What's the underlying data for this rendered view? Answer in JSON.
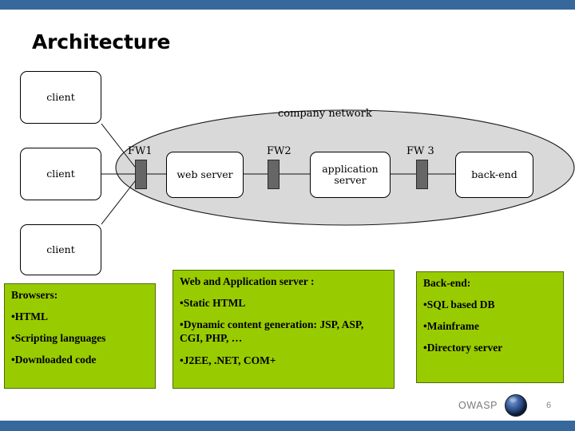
{
  "slide": {
    "title": "Architecture",
    "page_number": "6",
    "accent_bar_color": "#36689c",
    "info_box_color": "#99cc00",
    "cloud_fill_color": "#d9d9d9",
    "firewall_color": "#666666"
  },
  "diagram": {
    "cloud_label": "company network",
    "clients": [
      {
        "label": "client"
      },
      {
        "label": "client"
      },
      {
        "label": "client"
      }
    ],
    "servers": [
      {
        "label": "web server"
      },
      {
        "label": "application\nserver"
      },
      {
        "label": "back-end"
      }
    ],
    "server_labels": {
      "web": "web server",
      "app_line1": "application",
      "app_line2": "server",
      "backend": "back-end"
    },
    "firewalls": [
      {
        "label": "FW1"
      },
      {
        "label": "FW2"
      },
      {
        "label": "FW 3"
      }
    ]
  },
  "info_boxes": [
    {
      "heading": "Browsers:",
      "items": [
        "•HTML",
        "•Scripting languages",
        "•Downloaded code"
      ]
    },
    {
      "heading": "Web and Application server :",
      "items": [
        "•Static HTML",
        "•Dynamic content generation: JSP, ASP, CGI, PHP, …",
        "•J2EE, .NET, COM+"
      ]
    },
    {
      "heading": "Back-end:",
      "items": [
        "•SQL based DB",
        "•Mainframe",
        "•Directory server"
      ]
    }
  ],
  "footer": {
    "brand": "OWASP",
    "page": "6"
  }
}
